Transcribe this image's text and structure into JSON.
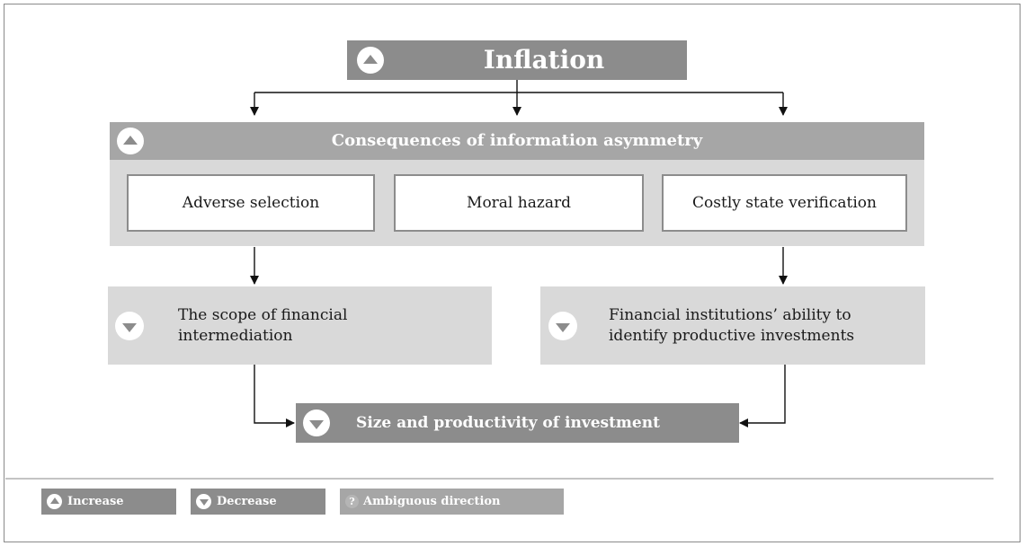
{
  "top": {
    "label": "Inflation",
    "direction": "increase"
  },
  "middle": {
    "header": "Consequences of information asymmetry",
    "direction": "increase",
    "items": [
      "Adverse selection",
      "Moral hazard",
      "Costly state verification"
    ]
  },
  "left_effect": {
    "line1": "The scope of financial",
    "line2": "intermediation",
    "direction": "decrease"
  },
  "right_effect": {
    "line1": "Financial institutions’ ability to",
    "line2": "identify productive investments",
    "direction": "decrease"
  },
  "bottom": {
    "label": "Size and productivity of investment",
    "direction": "decrease"
  },
  "legend": {
    "increase": "Increase",
    "decrease": "Decrease",
    "ambiguous_symbol": "?",
    "ambiguous": "Ambiguous direction"
  },
  "colors": {
    "dark": "#8c8c8c",
    "mid": "#a6a6a6",
    "light": "#d9d9d9"
  }
}
